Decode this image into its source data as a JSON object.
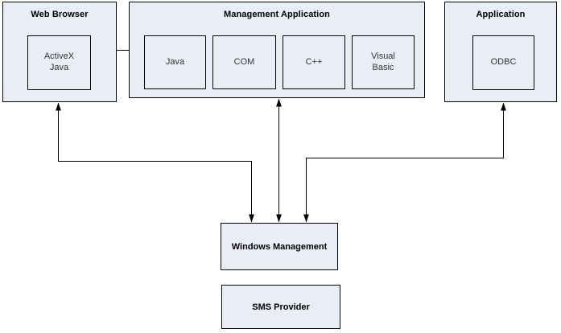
{
  "theme": {
    "background_color": "#ffffff",
    "box_fill": "#e8edf6",
    "box_border": "#000000",
    "connector_color": "#000000",
    "title_color": "#000000",
    "module_label_color": "#333333"
  },
  "groups": {
    "web_browser": {
      "title": "Web Browser",
      "modules": [
        {
          "label": "ActiveX\nJava"
        }
      ]
    },
    "management_application": {
      "title": "Management Application",
      "modules": [
        {
          "label": "Java"
        },
        {
          "label": "COM"
        },
        {
          "label": "C++"
        },
        {
          "label": "Visual\nBasic"
        }
      ]
    },
    "application": {
      "title": "Application",
      "modules": [
        {
          "label": "ODBC"
        }
      ]
    }
  },
  "nodes": {
    "windows_management": {
      "label": "Windows Management"
    },
    "sms_provider": {
      "label": "SMS Provider"
    }
  },
  "connectors": [
    {
      "from": "web_browser",
      "to": "management_application",
      "style": "straight",
      "arrows": "none"
    },
    {
      "from": "web_browser",
      "to": "windows_management",
      "style": "elbow",
      "arrows": "both"
    },
    {
      "from": "management_application",
      "to": "windows_management",
      "style": "straight",
      "arrows": "both"
    },
    {
      "from": "application",
      "to": "windows_management",
      "style": "elbow",
      "arrows": "both"
    }
  ]
}
